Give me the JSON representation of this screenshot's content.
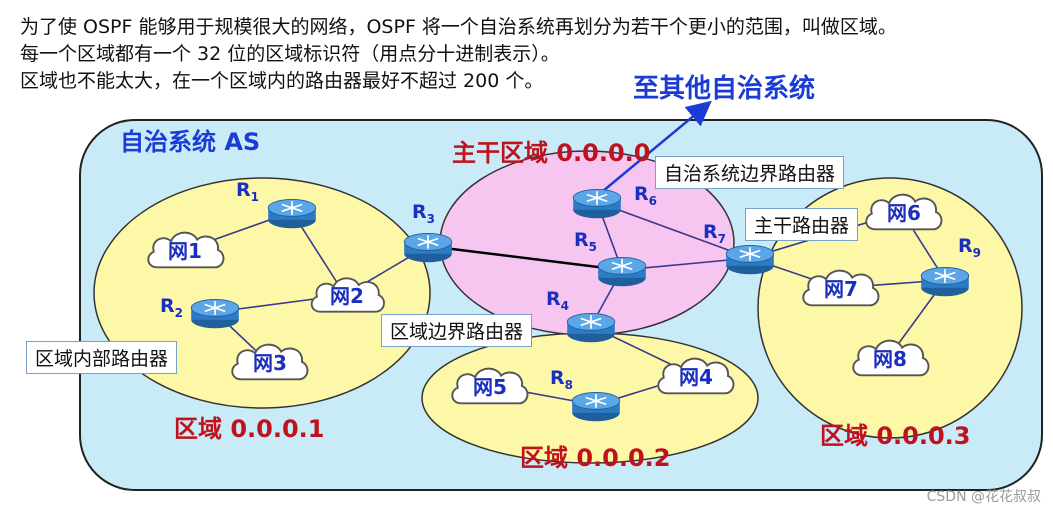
{
  "intro": {
    "line1": "为了使 OSPF 能够用于规模很大的网络，OSPF 将一个自治系统再划分为若干个更小的范围，叫做区域。",
    "line2": "每一个区域都有一个 32 位的区域标识符（用点分十进制表示）。",
    "line3": "区域也不能太大，在一个区域内的路由器最好不超过 200 个。"
  },
  "diagram": {
    "to_other_as": "至其他自治系统",
    "as_label": "自治系统 AS",
    "areas": {
      "backbone": "主干区域 0.0.0.0",
      "area1": "区域 0.0.0.1",
      "area2": "区域 0.0.0.2",
      "area3": "区域 0.0.0.3"
    },
    "routers": {
      "r1": {
        "letter": "R",
        "sub": "1"
      },
      "r2": {
        "letter": "R",
        "sub": "2"
      },
      "r3": {
        "letter": "R",
        "sub": "3"
      },
      "r4": {
        "letter": "R",
        "sub": "4"
      },
      "r5": {
        "letter": "R",
        "sub": "5"
      },
      "r6": {
        "letter": "R",
        "sub": "6"
      },
      "r7": {
        "letter": "R",
        "sub": "7"
      },
      "r8": {
        "letter": "R",
        "sub": "8"
      },
      "r9": {
        "letter": "R",
        "sub": "9"
      }
    },
    "networks": {
      "n1": "网1",
      "n2": "网2",
      "n3": "网3",
      "n4": "网4",
      "n5": "网5",
      "n6": "网6",
      "n7": "网7",
      "n8": "网8"
    },
    "callouts": {
      "as_boundary": "自治系统边界路由器",
      "backbone_router": "主干路由器",
      "area_border": "区域边界路由器",
      "internal": "区域内部路由器"
    }
  },
  "colors": {
    "as_fill": "#c9eaf7",
    "backbone_fill": "#f7c6f0",
    "area_fill": "#fdf8a8",
    "title_blue": "#1a3bd6",
    "area_red": "#c0121e",
    "network_blue": "#1a2fbf"
  },
  "watermark": "CSDN @花花叔叔"
}
